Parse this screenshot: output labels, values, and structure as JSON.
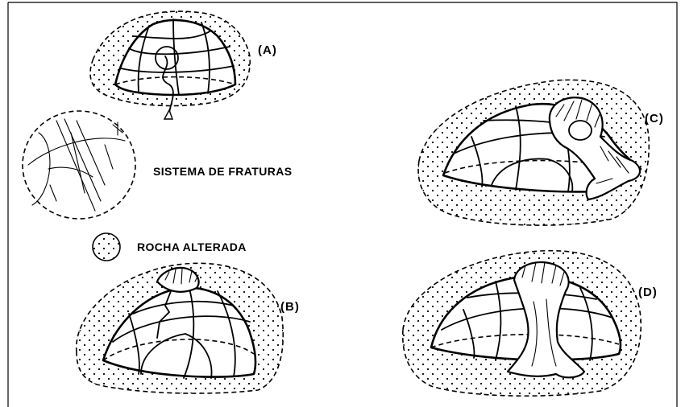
{
  "panels": {
    "a": "(A)",
    "b": "(B)",
    "c": "(C)",
    "d": "(D)"
  },
  "legend": {
    "fractures_label": "SISTEMA DE FRATURAS",
    "weathered_label": "ROCHA ALTERADA"
  }
}
